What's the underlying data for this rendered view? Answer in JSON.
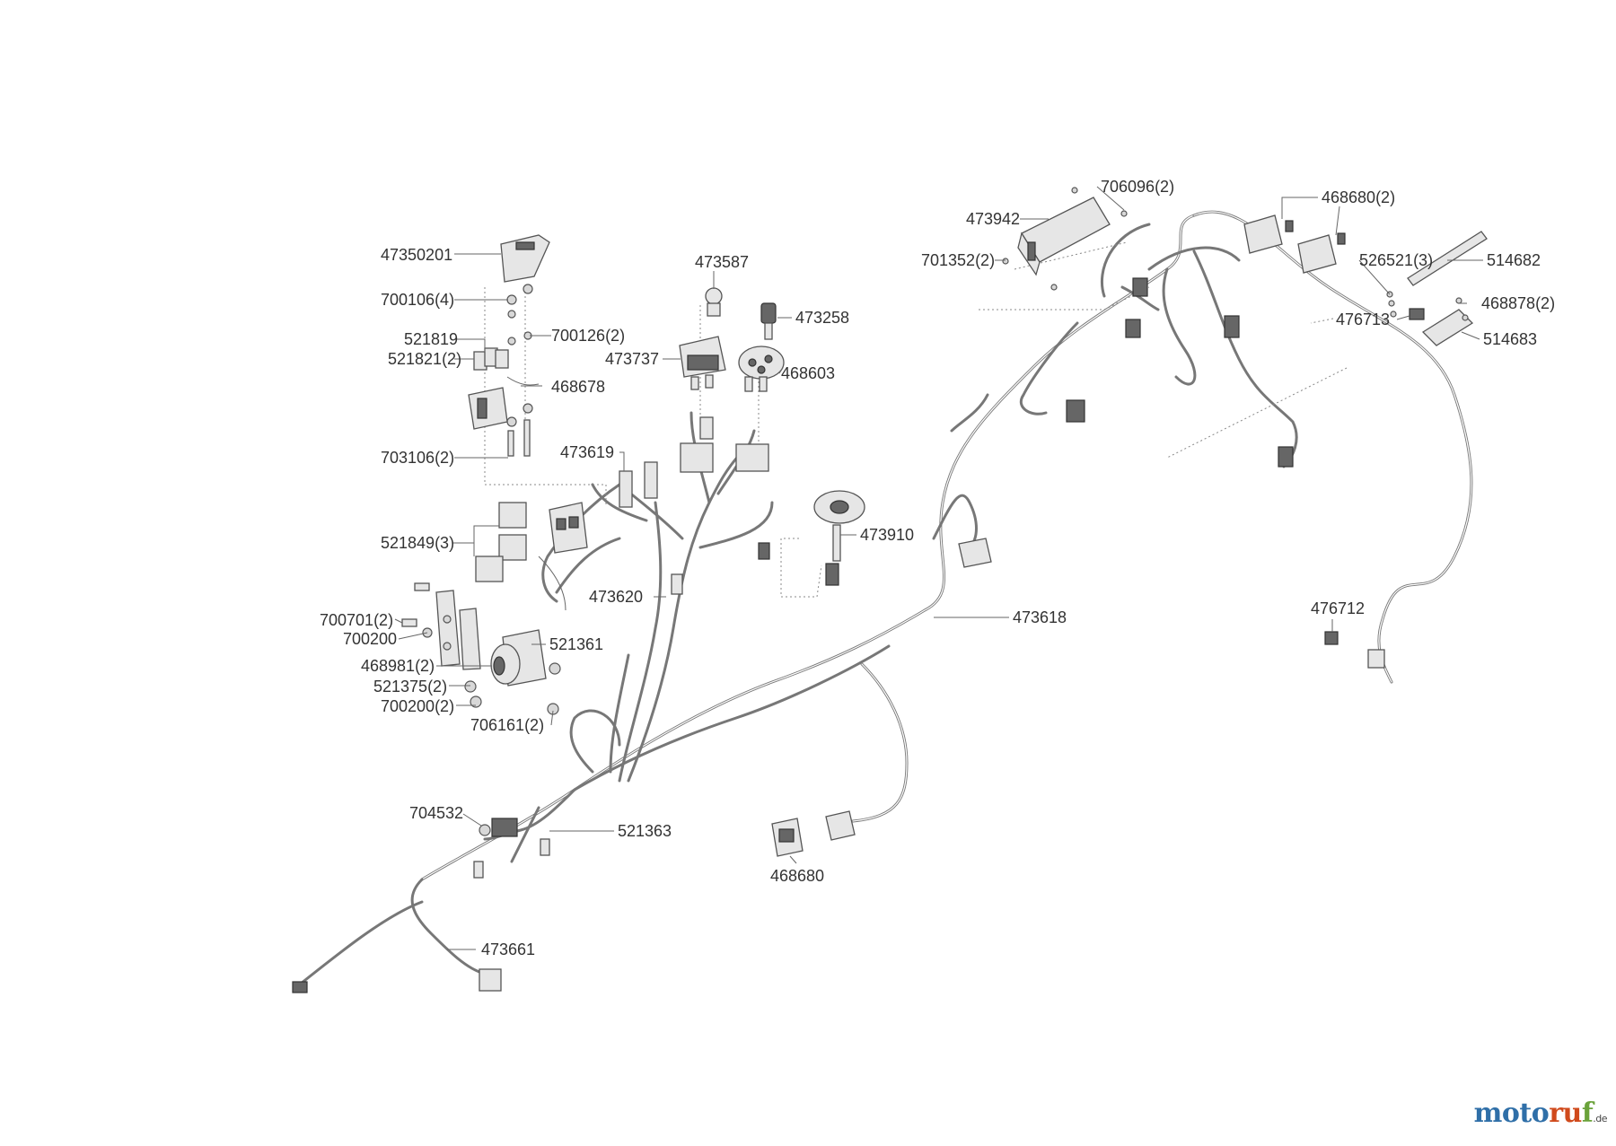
{
  "diagram": {
    "labels": [
      {
        "id": "lbl-47350201",
        "text": "47350201"
      },
      {
        "id": "lbl-700106",
        "text": "700106(4)"
      },
      {
        "id": "lbl-521819",
        "text": "521819"
      },
      {
        "id": "lbl-700126",
        "text": "700126(2)"
      },
      {
        "id": "lbl-521821",
        "text": "521821(2)"
      },
      {
        "id": "lbl-468678",
        "text": "468678"
      },
      {
        "id": "lbl-703106",
        "text": "703106(2)"
      },
      {
        "id": "lbl-473587",
        "text": "473587"
      },
      {
        "id": "lbl-473258",
        "text": "473258"
      },
      {
        "id": "lbl-473737",
        "text": "473737"
      },
      {
        "id": "lbl-468603",
        "text": "468603"
      },
      {
        "id": "lbl-473619",
        "text": "473619"
      },
      {
        "id": "lbl-521849",
        "text": "521849(3)"
      },
      {
        "id": "lbl-473910",
        "text": "473910"
      },
      {
        "id": "lbl-473620",
        "text": "473620"
      },
      {
        "id": "lbl-700701",
        "text": "700701(2)"
      },
      {
        "id": "lbl-700200",
        "text": "700200"
      },
      {
        "id": "lbl-521361",
        "text": "521361"
      },
      {
        "id": "lbl-468981",
        "text": "468981(2)"
      },
      {
        "id": "lbl-521375",
        "text": "521375(2)"
      },
      {
        "id": "lbl-700200-2",
        "text": "700200(2)"
      },
      {
        "id": "lbl-706161",
        "text": "706161(2)"
      },
      {
        "id": "lbl-704532",
        "text": "704532"
      },
      {
        "id": "lbl-521363",
        "text": "521363"
      },
      {
        "id": "lbl-473661",
        "text": "473661"
      },
      {
        "id": "lbl-468680",
        "text": "468680"
      },
      {
        "id": "lbl-473618",
        "text": "473618"
      },
      {
        "id": "lbl-476712",
        "text": "476712"
      },
      {
        "id": "lbl-706096",
        "text": "706096(2)"
      },
      {
        "id": "lbl-473942",
        "text": "473942"
      },
      {
        "id": "lbl-701352",
        "text": "701352(2)"
      },
      {
        "id": "lbl-468680-2",
        "text": "468680(2)"
      },
      {
        "id": "lbl-526521",
        "text": "526521(3)"
      },
      {
        "id": "lbl-514682",
        "text": "514682"
      },
      {
        "id": "lbl-468878",
        "text": "468878(2)"
      },
      {
        "id": "lbl-476713",
        "text": "476713"
      },
      {
        "id": "lbl-514683",
        "text": "514683"
      }
    ]
  },
  "brand": {
    "part1": "moto",
    "part2": "ru",
    "part3": "f",
    "suffix": ".de",
    "colors": {
      "blue": "#2f6fa8",
      "red": "#d04a1c",
      "green": "#6aa23a"
    }
  }
}
